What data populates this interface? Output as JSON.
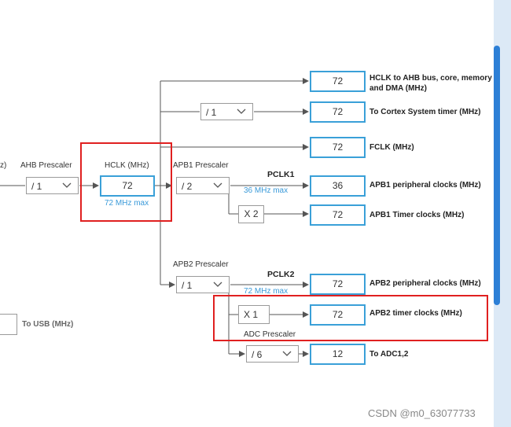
{
  "left_partial": {
    "z_label": "z)",
    "usb_label": "To USB (MHz)"
  },
  "ahb": {
    "label": "AHB Prescaler",
    "value": "/ 1"
  },
  "hclk": {
    "label": "HCLK (MHz)",
    "value": "72",
    "max": "72 MHz max"
  },
  "apb1": {
    "label": "APB1 Prescaler",
    "value": "/ 2",
    "pclk_label": "PCLK1",
    "pclk_max": "36 MHz max",
    "multiplier": "X 2"
  },
  "cortex": {
    "prescaler": "/ 1"
  },
  "apb2": {
    "label": "APB2 Prescaler",
    "value": "/ 1",
    "pclk_label": "PCLK2",
    "pclk_max": "72 MHz max",
    "multiplier": "X 1"
  },
  "adc": {
    "label": "ADC Prescaler",
    "value": "/ 6"
  },
  "outputs": [
    {
      "value": "72",
      "label": "HCLK to AHB bus, core, memory and DMA (MHz)"
    },
    {
      "value": "72",
      "label": "To Cortex System timer (MHz)"
    },
    {
      "value": "72",
      "label": "FCLK (MHz)"
    },
    {
      "value": "36",
      "label": "APB1 peripheral clocks (MHz)"
    },
    {
      "value": "72",
      "label": "APB1 Timer clocks (MHz)"
    },
    {
      "value": "72",
      "label": "APB2 peripheral clocks (MHz)"
    },
    {
      "value": "72",
      "label": "APB2 timer clocks (MHz)"
    },
    {
      "value": "12",
      "label": "To ADC1,2"
    }
  ],
  "watermark": "CSDN @m0_63077733",
  "colors": {
    "accent_blue": "#3aa0d8",
    "highlight_red": "#e02020",
    "line_grey": "#555555",
    "scroll_thumb": "#2c7fd6"
  }
}
